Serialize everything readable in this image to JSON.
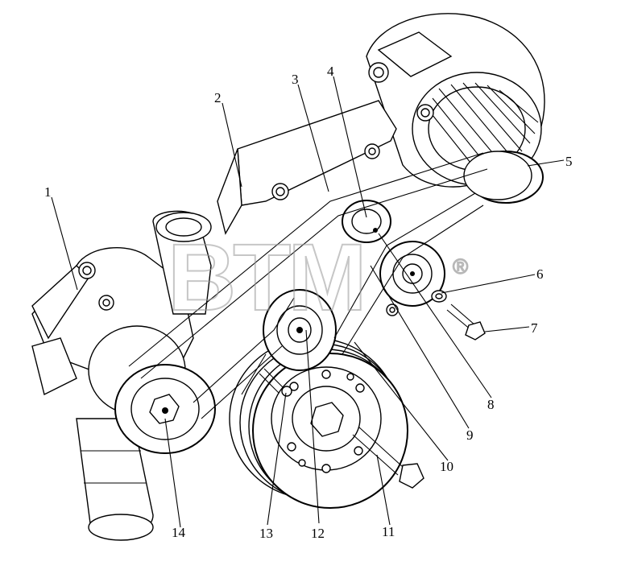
{
  "callouts": [
    "1",
    "2",
    "3",
    "4",
    "5",
    "6",
    "7",
    "8",
    "9",
    "10",
    "11",
    "12",
    "13",
    "14"
  ],
  "watermark": {
    "text": "BTM",
    "registered_mark": "®",
    "color": "#999999"
  },
  "colors": {
    "line": "#000000",
    "background": "#ffffff"
  }
}
